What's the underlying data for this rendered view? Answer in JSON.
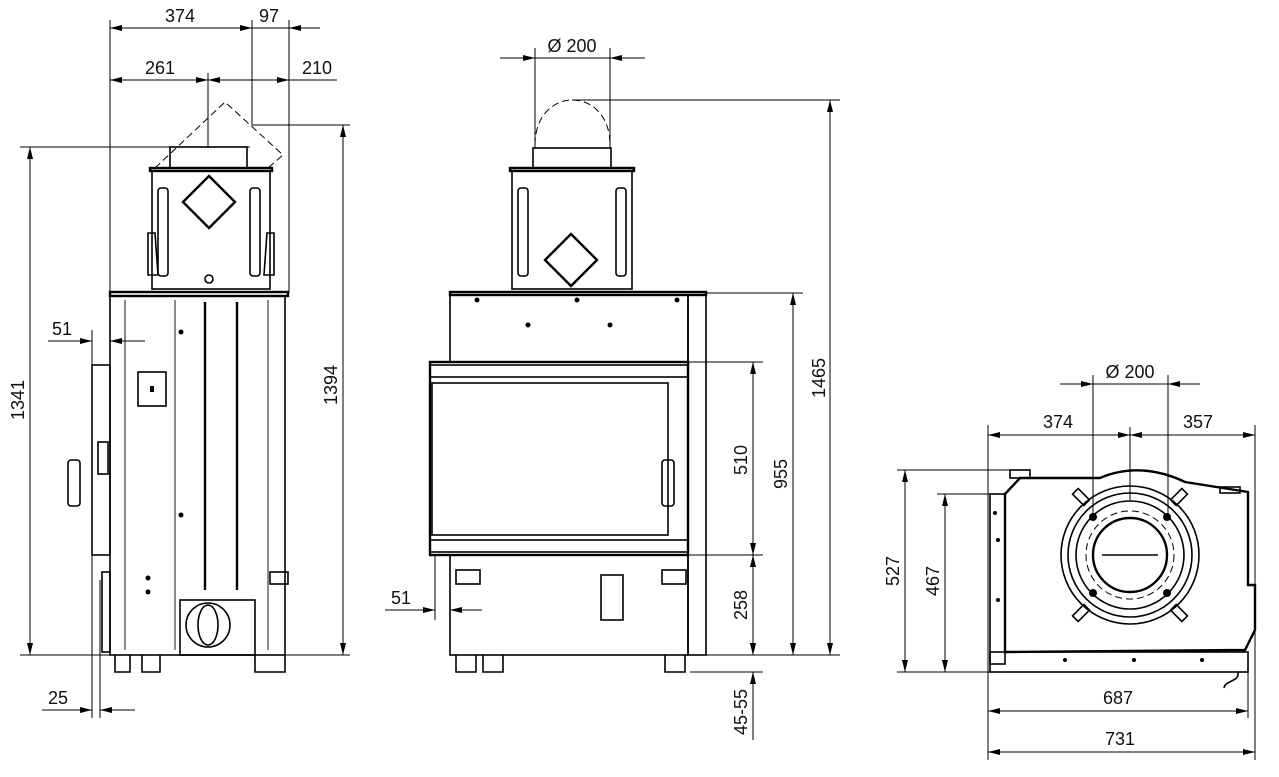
{
  "title": "Fireplace insert dimension drawing",
  "side_view": {
    "dims": {
      "w374": "374",
      "w97": "97",
      "w261": "261",
      "w210": "210",
      "h1341": "1341",
      "h1394": "1394",
      "d51": "51",
      "d25": "25"
    }
  },
  "front_view": {
    "dims": {
      "dia": "Ø 200",
      "h1465": "1465",
      "h955": "955",
      "h510": "510",
      "h258": "258",
      "h4555": "45-55",
      "d51": "51"
    }
  },
  "top_view": {
    "dims": {
      "dia": "Ø 200",
      "w374": "374",
      "w357": "357",
      "h527": "527",
      "h467": "467",
      "w687": "687",
      "w731": "731"
    }
  },
  "colors": {
    "line": "#000000",
    "background": "#ffffff"
  }
}
